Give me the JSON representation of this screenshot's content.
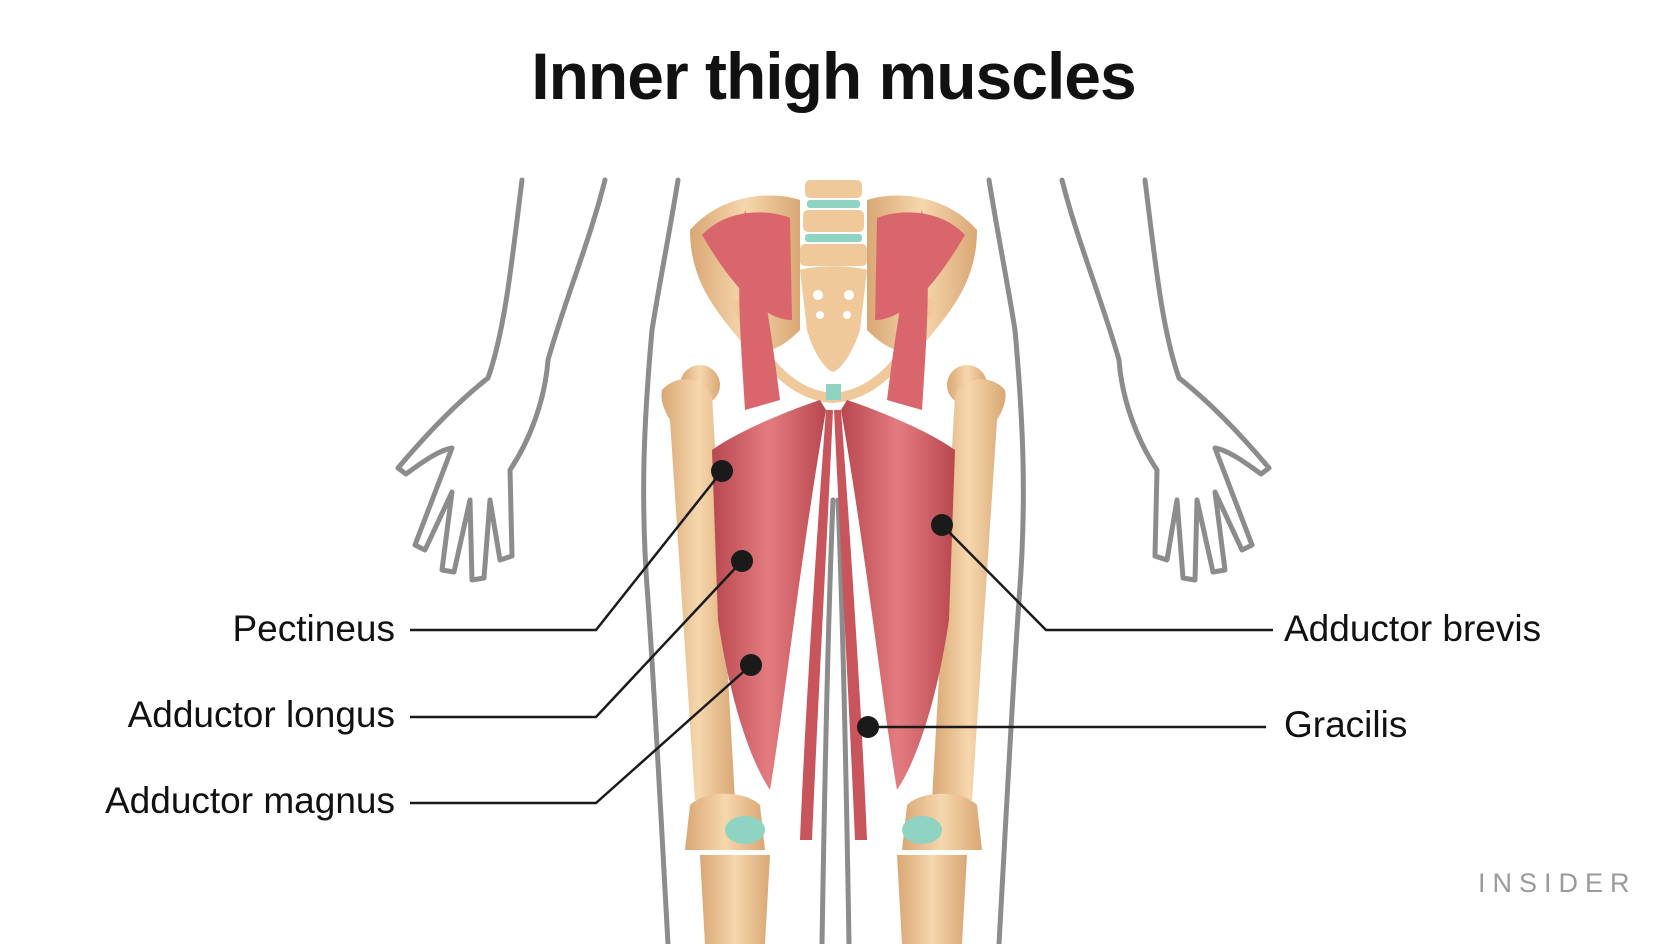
{
  "title": "Inner thigh muscles",
  "labels": {
    "pectineus": "Pectineus",
    "adductor_longus": "Adductor longus",
    "adductor_magnus": "Adductor magnus",
    "adductor_brevis": "Adductor brevis",
    "gracilis": "Gracilis"
  },
  "brand": "INSIDER",
  "colors": {
    "muscle": "#d9666c",
    "muscle_dark": "#b8474f",
    "bone": "#efc99a",
    "cartilage": "#8fd3c2",
    "outline": "#8c8c8c",
    "leader": "#1a1a1a"
  }
}
